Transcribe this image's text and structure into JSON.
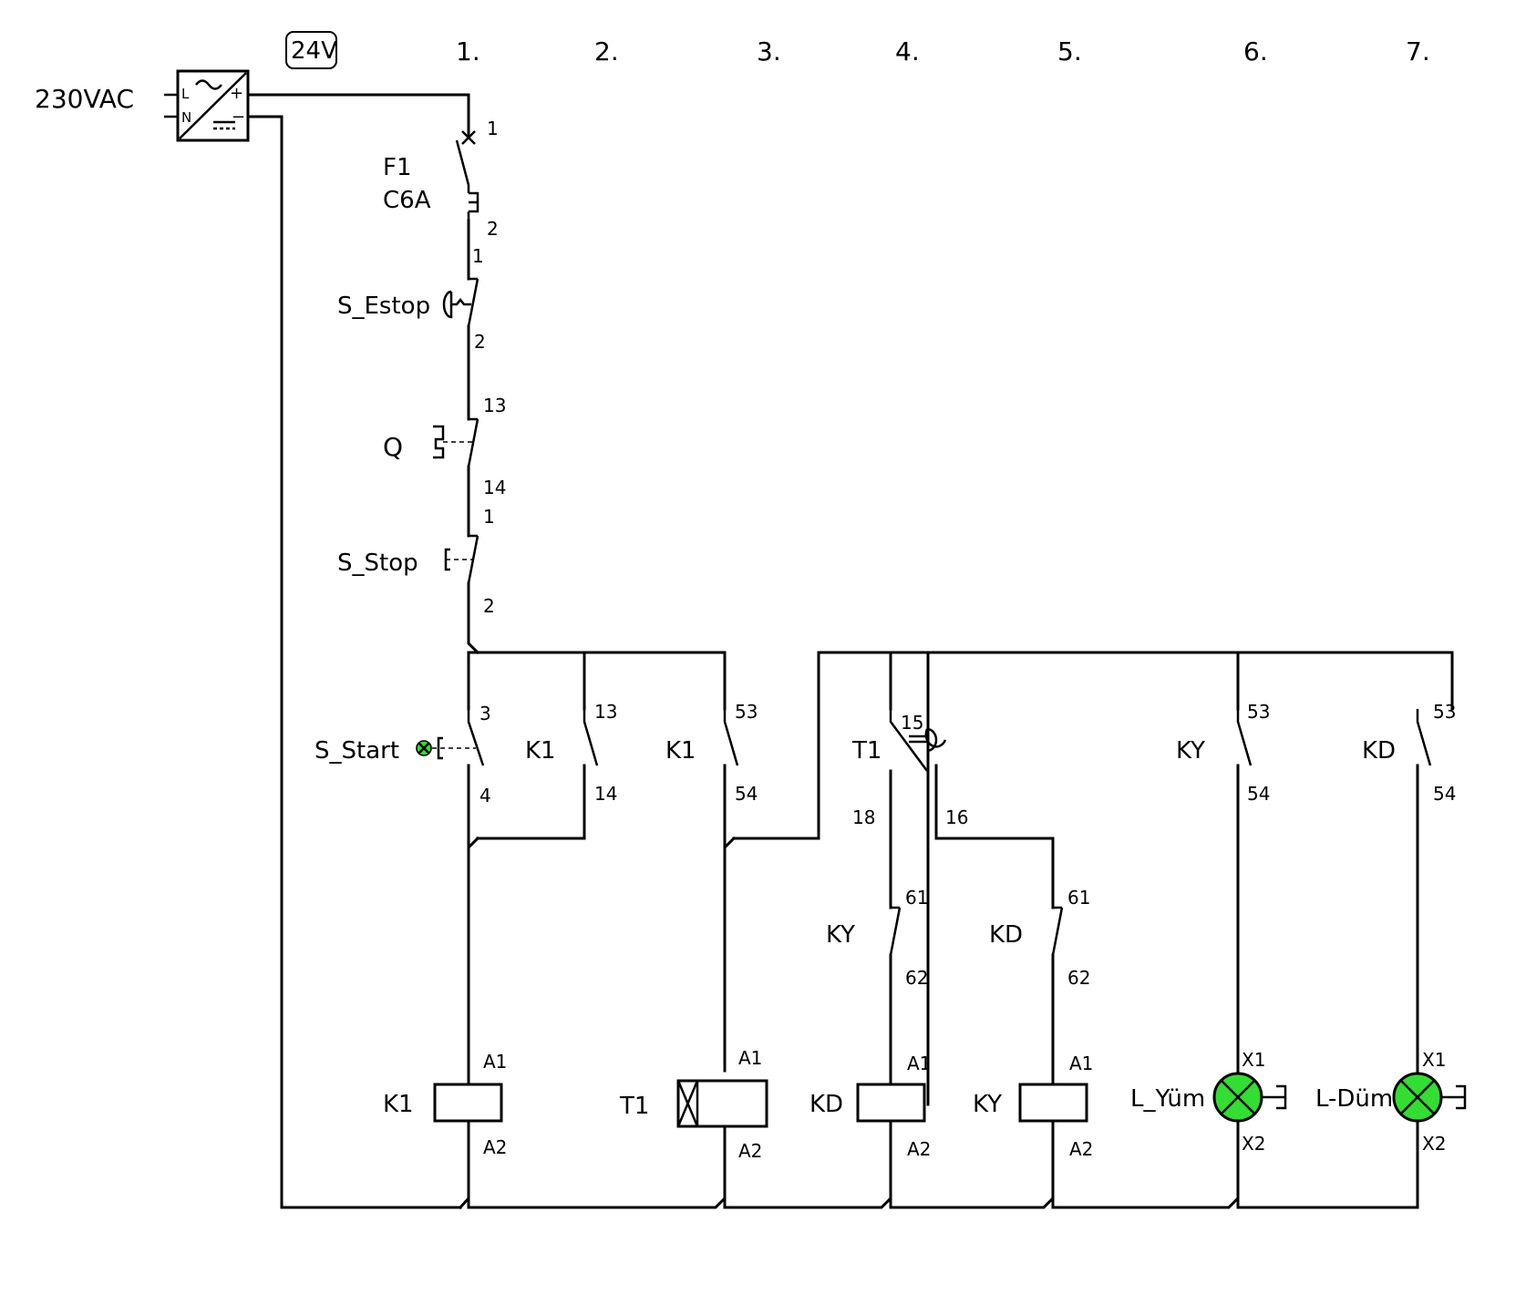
{
  "supply": {
    "input_label": "230VAC",
    "output_label": "24V",
    "psu_L": "L",
    "psu_N": "N",
    "psu_plus": "+",
    "psu_minus": "−"
  },
  "columns": [
    "1.",
    "2.",
    "3.",
    "4.",
    "5.",
    "6.",
    "7."
  ],
  "main_line": {
    "F1": {
      "name": "F1",
      "rating": "C6A",
      "t_top": "1",
      "t_bottom": "2"
    },
    "S_Estop": {
      "name": "S_Estop",
      "t_top": "1",
      "t_bottom": "2"
    },
    "Q": {
      "name": "Q",
      "t_top": "13",
      "t_bottom": "14"
    },
    "S_Stop": {
      "name": "S_Stop",
      "t_top": "1",
      "t_bottom": "2"
    }
  },
  "contacts": {
    "S_Start": {
      "name": "S_Start",
      "t_top": "3",
      "t_bottom": "4"
    },
    "K1_hold": {
      "name": "K1",
      "t_top": "13",
      "t_bottom": "14"
    },
    "K1_aux": {
      "name": "K1",
      "t_top": "53",
      "t_bottom": "54"
    },
    "T1_contact": {
      "name": "T1",
      "t_common": "15",
      "t_no": "18",
      "t_nc": "16"
    },
    "KY_interlock": {
      "name": "KY",
      "t_top": "61",
      "t_bottom": "62"
    },
    "KD_interlock": {
      "name": "KD",
      "t_top": "61",
      "t_bottom": "62"
    },
    "KY_lamp": {
      "name": "KY",
      "t_top": "53",
      "t_bottom": "54"
    },
    "KD_lamp": {
      "name": "KD",
      "t_top": "53",
      "t_bottom": "54"
    }
  },
  "loads": {
    "K1": {
      "name": "K1",
      "t_top": "A1",
      "t_bottom": "A2"
    },
    "T1": {
      "name": "T1",
      "t_top": "A1",
      "t_bottom": "A2"
    },
    "KD": {
      "name": "KD",
      "t_top": "A1",
      "t_bottom": "A2"
    },
    "KY": {
      "name": "KY",
      "t_top": "A1",
      "t_bottom": "A2"
    },
    "L_Yum": {
      "name": "L_Yüm",
      "t_top": "X1",
      "t_bottom": "X2"
    },
    "L_Dum": {
      "name": "L-Düm",
      "t_top": "X1",
      "t_bottom": "X2"
    }
  },
  "colors": {
    "line": "#000000",
    "lamp_on": "#33dd33",
    "start_indicator": "#33dd33"
  },
  "icons": {
    "psu": "ac-dc-converter-icon",
    "breaker": "circuit-breaker-icon",
    "estop": "mushroom-pushbutton-icon",
    "lamp": "indicator-lamp-icon",
    "timer": "on-delay-timer-coil-icon"
  }
}
